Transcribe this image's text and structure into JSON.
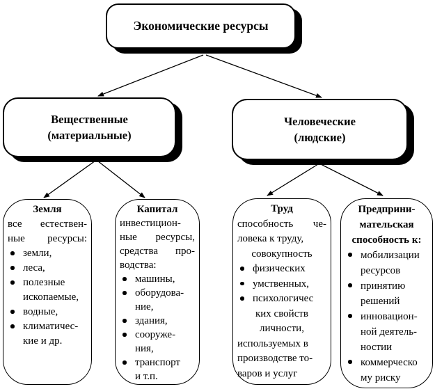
{
  "colors": {
    "ink": "#000000",
    "paper": "#ffffff"
  },
  "root": {
    "label": "Экономические ресурсы"
  },
  "level2": [
    {
      "line1": "Вещественные",
      "line2": "(материальные)"
    },
    {
      "line1": "Человеческие",
      "line2": "(людские)"
    }
  ],
  "bottom_boxes": [
    {
      "title": "Земля",
      "lines": [
        {
          "k": "head",
          "t": "Земля"
        },
        {
          "k": "just",
          "t": "все естествен-"
        },
        {
          "k": "just",
          "t": "ные ресурсы:"
        },
        {
          "k": "bullet",
          "t": "земли,"
        },
        {
          "k": "bullet",
          "t": "леса,"
        },
        {
          "k": "bullet",
          "t": "полезные"
        },
        {
          "k": "cont",
          "t": "ископаемые,"
        },
        {
          "k": "bullet",
          "t": "водные,"
        },
        {
          "k": "bullet",
          "t": "климатичес-"
        },
        {
          "k": "cont",
          "t": "кие и др."
        }
      ]
    },
    {
      "title": "Капитал",
      "lines": [
        {
          "k": "head",
          "t": "Капитал"
        },
        {
          "k": "text",
          "t": "инвестицион-"
        },
        {
          "k": "just",
          "t": "ные ресурсы,"
        },
        {
          "k": "just",
          "t": "средства про-"
        },
        {
          "k": "text",
          "t": "водства:"
        },
        {
          "k": "bullet",
          "t": "машины,"
        },
        {
          "k": "bullet",
          "t": "оборудова-"
        },
        {
          "k": "cont",
          "t": "ние,"
        },
        {
          "k": "bullet",
          "t": "здания,"
        },
        {
          "k": "bullet",
          "t": "сооруже-"
        },
        {
          "k": "cont",
          "t": "ния,"
        },
        {
          "k": "bullet",
          "t": "транспорт"
        },
        {
          "k": "cont",
          "t": "и т.п."
        }
      ]
    },
    {
      "title": "Труд",
      "lines": [
        {
          "k": "head",
          "t": "Труд"
        },
        {
          "k": "just",
          "t": "способность че-"
        },
        {
          "k": "text",
          "t": "ловека к труду,"
        },
        {
          "k": "center",
          "t": "совокупность"
        },
        {
          "k": "bullet",
          "t": "физических"
        },
        {
          "k": "bullet",
          "t": "умственных,"
        },
        {
          "k": "bullet",
          "t": "психологичес"
        },
        {
          "k": "center",
          "t": "ких свойств"
        },
        {
          "k": "center",
          "t": "личности,"
        },
        {
          "k": "text",
          "t": "используемых в"
        },
        {
          "k": "text",
          "t": "производстве то-"
        },
        {
          "k": "text",
          "t": "варов и услуг"
        }
      ]
    },
    {
      "title": "Предпринимательская способность",
      "lines": [
        {
          "k": "head",
          "t": "Предприни-"
        },
        {
          "k": "head",
          "t": "мательская"
        },
        {
          "k": "head",
          "t": "способность к:"
        },
        {
          "k": "bullet",
          "t": "мобилизации"
        },
        {
          "k": "cont",
          "t": "ресурсов"
        },
        {
          "k": "bullet",
          "t": "принятию"
        },
        {
          "k": "cont",
          "t": "решений"
        },
        {
          "k": "bullet",
          "t": "инновацион-"
        },
        {
          "k": "cont",
          "t": "ной деятель-"
        },
        {
          "k": "cont",
          "t": "ностии"
        },
        {
          "k": "bullet",
          "t": "коммерческо"
        },
        {
          "k": "cont",
          "t": "му риску"
        }
      ]
    }
  ]
}
